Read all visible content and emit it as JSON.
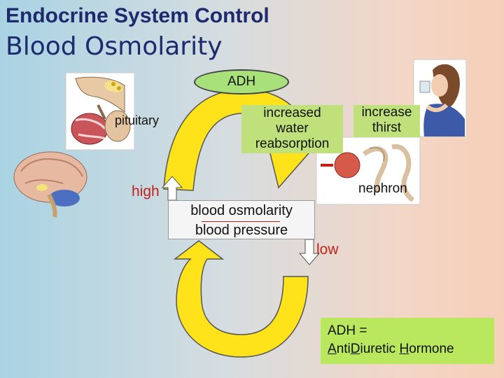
{
  "header": {
    "title": "Endocrine System Control",
    "subtitle": "Blood Osmolarity"
  },
  "diagram": {
    "hormone_label": "ADH",
    "pituitary_label": "pituitary",
    "reabsorption_label": "increased water reabsorption",
    "reabsorption_lines": [
      "increased",
      "water",
      "reabsorption"
    ],
    "thirst_lines": [
      "increase",
      "thirst"
    ],
    "high_label": "high",
    "low_label": "low",
    "nephron_label": "nephron",
    "center_lines": [
      "blood osmolarity",
      "blood pressure"
    ],
    "colors": {
      "loop": "#ffe31a",
      "loop_outline": "#555555",
      "label_fill": "#bfe07a",
      "alert_text": "#c0221a",
      "title_text": "#1e2a6e"
    },
    "icons": [
      "pituitary-gland-illustration",
      "brain-illustration",
      "woman-drinking-illustration",
      "nephron-kidney-illustration"
    ]
  },
  "legend": {
    "line1": "ADH =",
    "word1_initial": "A",
    "word1_rest": "nti",
    "word2_initial": "D",
    "word2_rest": "iuretic ",
    "word3_initial": "H",
    "word3_rest": "ormone"
  }
}
